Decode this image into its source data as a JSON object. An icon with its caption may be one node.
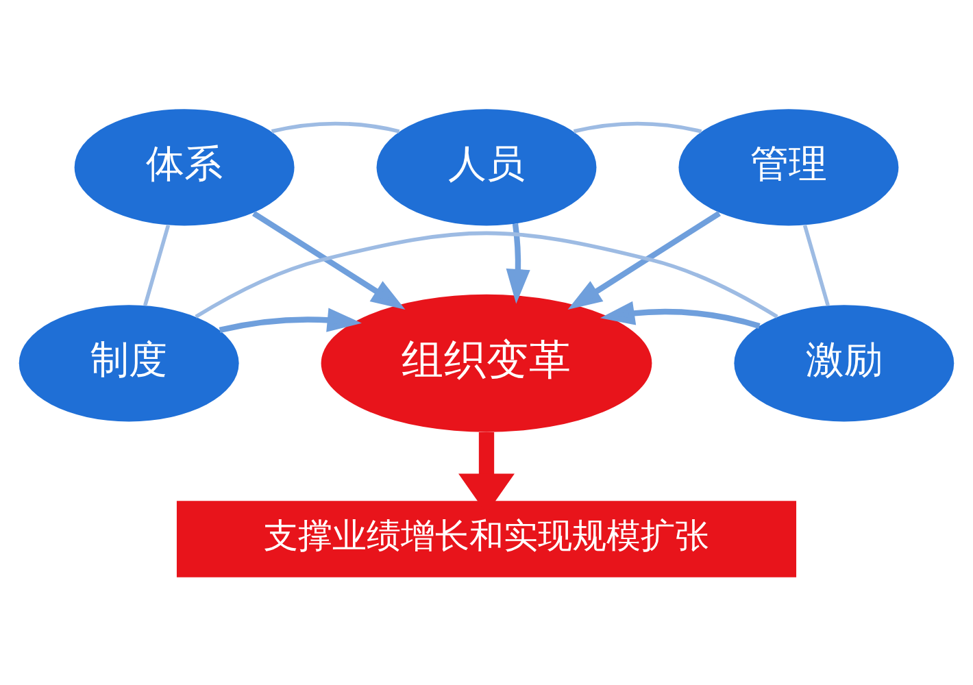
{
  "diagram": {
    "nodes": [
      {
        "text": [
          "组织变革"
        ]
      },
      {
        "text": [
          "人员"
        ]
      },
      {
        "text": [
          "体系"
        ]
      },
      {
        "text": [
          "管理"
        ]
      },
      {
        "text": [
          "制度"
        ]
      },
      {
        "text": [
          "激励"
        ]
      },
      {
        "text": [
          "支撑业绩增长和实现规模扩张"
        ]
      }
    ],
    "edges": [
      {
        "from": 1,
        "to": 0,
        "arrow": "to"
      },
      {
        "from": 2,
        "to": 0,
        "arrow": "to"
      },
      {
        "from": 3,
        "to": 0,
        "arrow": "to"
      },
      {
        "from": 4,
        "to": 0,
        "arrow": "to"
      },
      {
        "from": 5,
        "to": 0,
        "arrow": "to"
      },
      {
        "from": 0,
        "to": 6,
        "arrow": "to",
        "style": "thick",
        "color": "#e8141b"
      },
      {
        "from": 1,
        "to": 3,
        "arrow": "none",
        "color": "#9dbbe3"
      },
      {
        "from": 3,
        "to": 5,
        "arrow": "none",
        "color": "#9dbbe3"
      },
      {
        "from": 5,
        "to": 4,
        "arrow": "none",
        "color": "#9dbbe3"
      },
      {
        "from": 4,
        "to": 2,
        "arrow": "none",
        "color": "#9dbbe3"
      },
      {
        "from": 2,
        "to": 1,
        "arrow": "none",
        "color": "#9dbbe3"
      }
    ]
  }
}
